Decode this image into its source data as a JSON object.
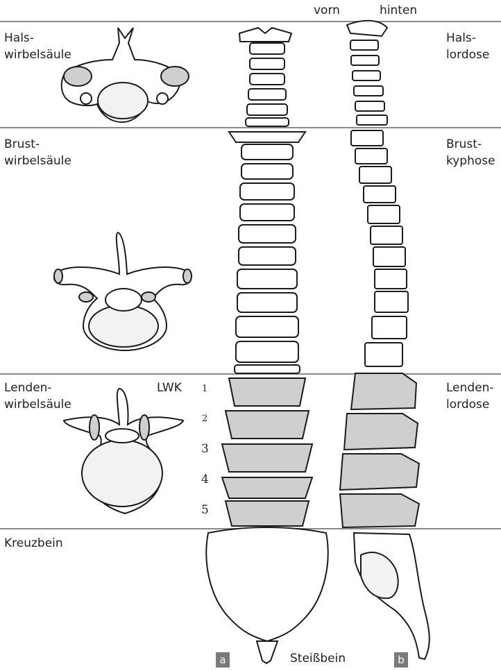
{
  "header": {
    "front": "vorn",
    "back": "hinten"
  },
  "left_labels": {
    "cervical": "Hals-\nwirbelsäule",
    "thoracic": "Brust-\nwirbelsäule",
    "lumbar": "Lenden-\nwirbelsäule",
    "sacrum": "Kreuzbein"
  },
  "right_labels": {
    "cervical": "Hals-\nlordose",
    "thoracic": "Brust-\nkyphose",
    "lumbar": "Lenden-\nlordose"
  },
  "lwk": {
    "label": "LWK",
    "numbers": [
      "1",
      "2",
      "3",
      "4",
      "5"
    ]
  },
  "bottom": {
    "panel_a": "a",
    "coccyx": "Steißbein",
    "panel_b": "b"
  },
  "colors": {
    "lumbar_fill": "#cfcfcf",
    "line": "#8a8a8a",
    "stroke": "#1a1a1a"
  }
}
